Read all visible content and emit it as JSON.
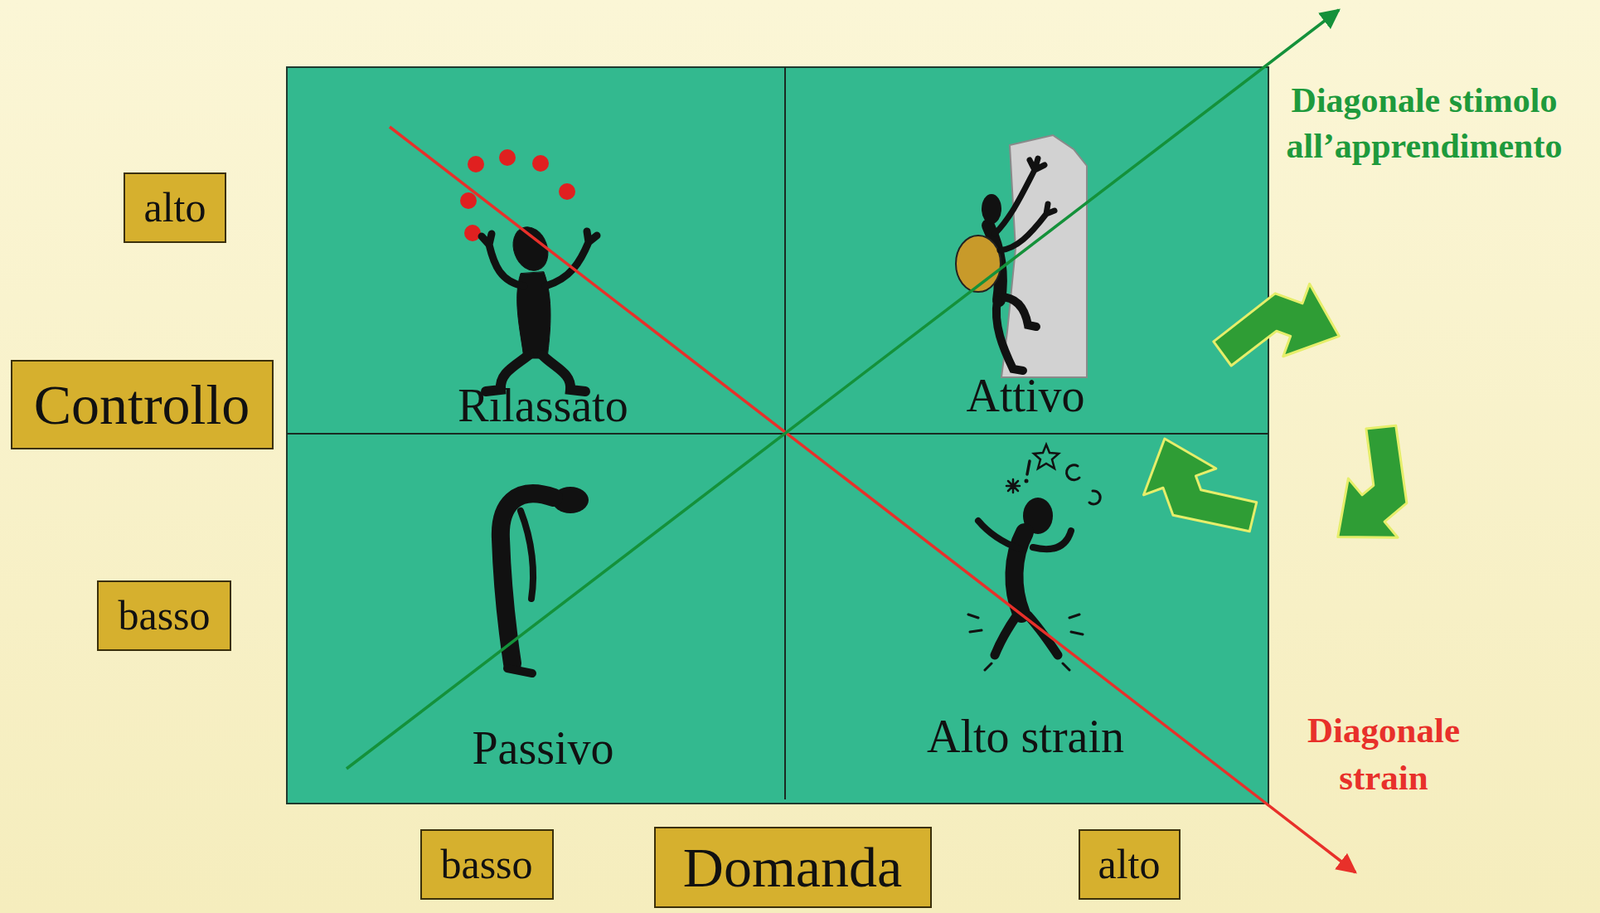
{
  "diagram": {
    "nodes": [
      {
        "text": [
          "alto"
        ]
      },
      {
        "text": [
          "Controllo"
        ]
      },
      {
        "text": [
          "basso"
        ]
      },
      {
        "text": [
          "basso"
        ]
      },
      {
        "text": [
          "Domanda"
        ]
      },
      {
        "text": [
          "alto"
        ]
      }
    ],
    "labels": [
      "Rilassato",
      "Attivo",
      "Passivo",
      "Alto strain",
      "Diagonale stimolo all’apprendimento",
      "Diagonale strain"
    ]
  }
}
